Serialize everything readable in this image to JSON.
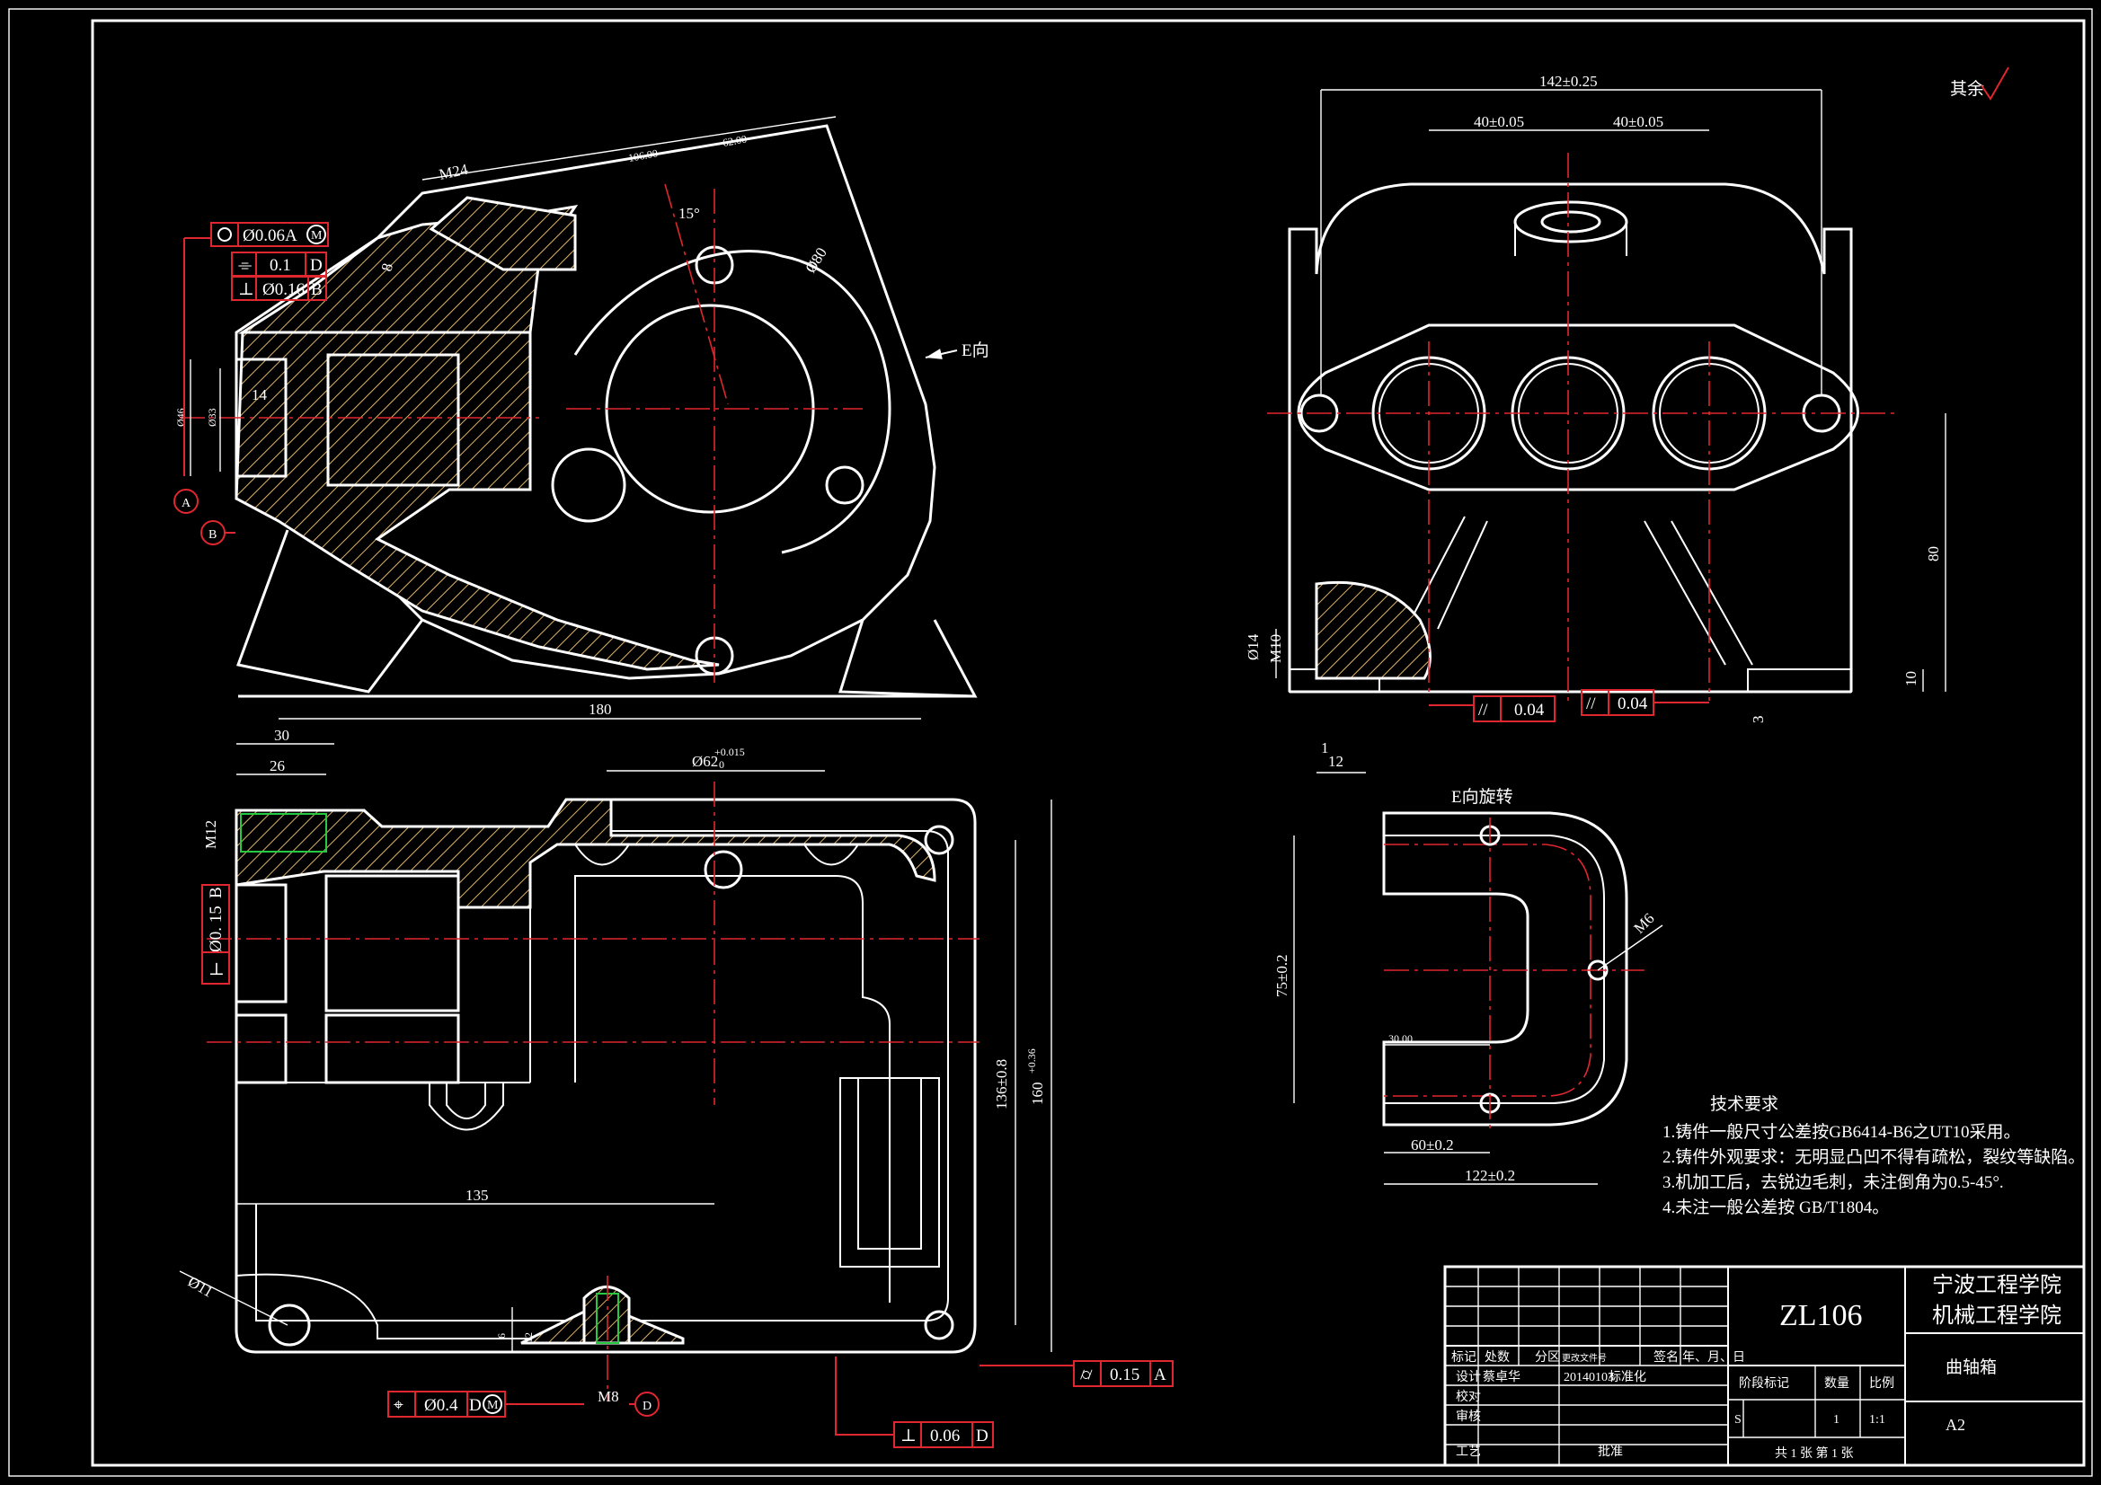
{
  "title_block": {
    "drawing_number": "ZL106",
    "school": "宁波工程学院",
    "department": "机械工程学院",
    "part_name": "曲轴箱",
    "sheet_size": "A2",
    "headers": [
      "标记",
      "处数",
      "分区",
      "更改文件号",
      "签名",
      "年、月、日"
    ],
    "design_label": "设计",
    "designer": "蔡卓华",
    "date": "20140103",
    "standardize": "标准化",
    "check": "校对",
    "review": "审核",
    "process": "工艺",
    "approve": "批准",
    "stage_mark": "阶段标记",
    "weight": "数量",
    "scale": "比例",
    "stage_value": "S",
    "qty_value": "1",
    "scale_value": "1:1",
    "sheets": "共 1 张  第 1 张"
  },
  "notes": {
    "heading": "技术要求",
    "items": [
      "1.铸件一般尺寸公差按GB6414-B6之UT10采用。",
      "2.铸件外观要求：无明显凸凹不得有疏松，裂纹等缺陷。",
      "3.机加工后，去锐边毛刺，未注倒角为0.5-45°.",
      "4.未注一般公差按 GB/T1804。"
    ]
  },
  "labels": {
    "surface_rest": "其余",
    "view_e": "E向",
    "view_e_rot": "E向旋转"
  },
  "datums": {
    "a": "A",
    "b": "B",
    "d": "D"
  },
  "tolerances": {
    "t1_val": "Ø0.06A",
    "t1_mod": "M",
    "t2_val": "0.1",
    "t2_ref": "D",
    "t3_val": "Ø0.16",
    "t3_ref": "B",
    "t4_val": "0.04",
    "t5_val": "0.04",
    "t6_val": "Ø0. 15",
    "t6_ref": "B",
    "t7_val": "Ø0.4",
    "t7_ref": "D",
    "t7_mod": "M",
    "t8_val": "0.15",
    "t8_ref": "A",
    "t9_val": "0.06",
    "t9_ref": "D"
  },
  "dims": {
    "d_142": "142±0.25",
    "d_40a": "40±0.05",
    "d_40b": "40±0.05",
    "d_80": "80",
    "d_10": "10",
    "d_3": "3",
    "d_12": "12",
    "d_1": "1",
    "d_phi14": "Ø14",
    "d_m10": "M10",
    "d_m24": "M24",
    "d_106": "106.00",
    "d_62": "62.00",
    "d_15deg": "15°",
    "d_phi80": "Ø80",
    "d_8": "8",
    "d_14": "14",
    "d_phi46": "Ø46",
    "d_phi33": "Ø33",
    "d_180": "180",
    "d_30": "30",
    "d_26": "26",
    "d_phi62": "Ø62",
    "d_phi62_tol": "+0.015",
    "d_phi62_tol0": "0",
    "d_m12": "M12",
    "d_135": "135",
    "d_136": "136±0.8",
    "d_160": "160",
    "d_160_tol": "+0.36",
    "d_phi11": "Ø11",
    "d_6": "6",
    "d_12b": "12",
    "d_m8": "M8",
    "d_752": "75±0.2",
    "d_m6": "M6",
    "d_30b": "30.00",
    "d_602": "60±0.2",
    "d_1222": "122±0.2"
  }
}
